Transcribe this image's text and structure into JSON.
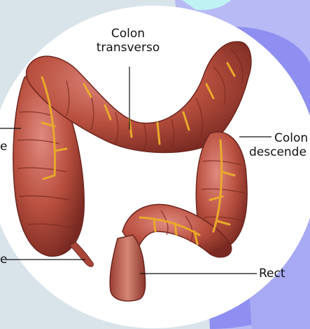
{
  "colors": {
    "background_gray": "#d9e4ea",
    "background_blue": "#8e8ff0",
    "background_lavender": "#b8baf5",
    "background_teal": "#bff2f2",
    "oval": "#ffffff",
    "colon_base": "#b24a3c",
    "colon_light": "#d7736a",
    "colon_dark": "#7a2a22",
    "vessel": "#e9a92c",
    "leader_line": "#111111"
  },
  "labels": {
    "transverse_line1": "Colon",
    "transverse_line2": "transverso",
    "descending_line1": "Colon",
    "descending_line2": "descende",
    "ascending_fragment": "e",
    "appendix_fragment": "e",
    "rectum_fragment": "Rect"
  }
}
